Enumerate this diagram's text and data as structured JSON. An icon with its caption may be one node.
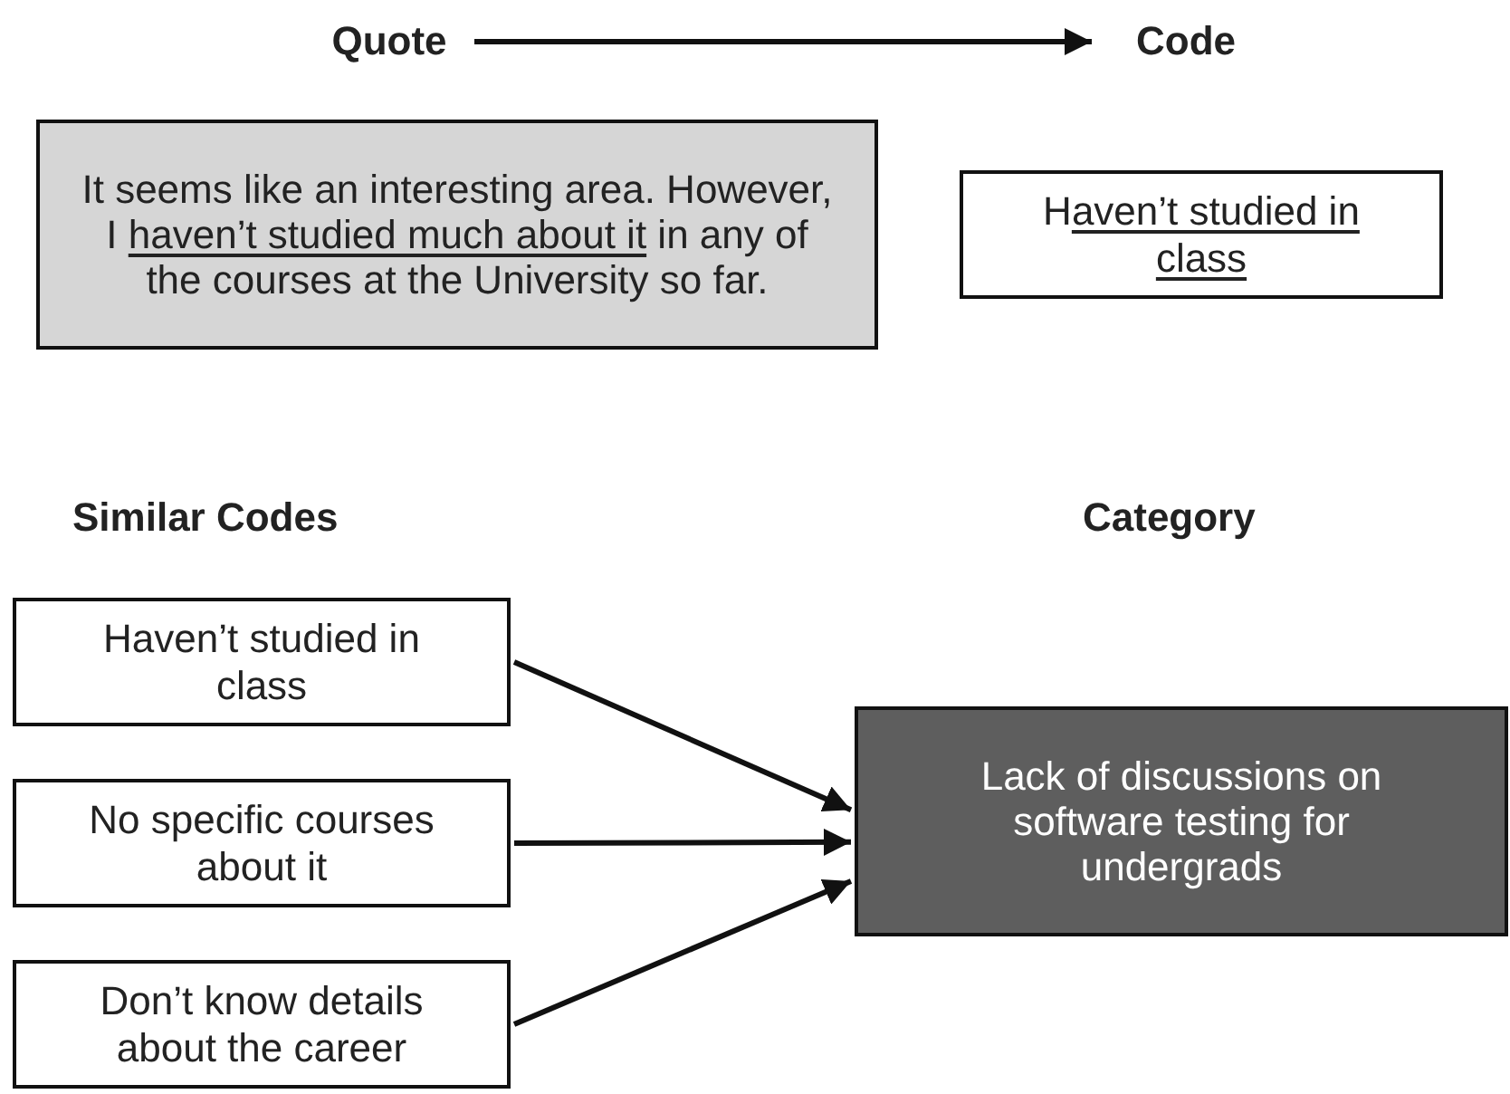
{
  "diagram": {
    "nodes": [
      {
        "text": [
          "Quote"
        ]
      },
      {
        "text": [
          "Code"
        ]
      },
      {
        "text": [
          "It seems like an interesting area. However, I haven’t studied much about it in any of the courses at the University so far."
        ]
      },
      {
        "text": [
          "Haven’t studied in class"
        ]
      },
      {
        "text": [
          "Haven’t studied in class"
        ]
      },
      {
        "text": [
          "No specific courses about it"
        ]
      },
      {
        "text": [
          "Don’t know details about the career"
        ]
      },
      {
        "text": [
          "Lack of discussions on software testing for undergrads"
        ]
      }
    ],
    "edges": [
      {
        "from": 0,
        "to": 1,
        "arrow": "to"
      },
      {
        "from": 4,
        "to": 7,
        "arrow": "to"
      },
      {
        "from": 5,
        "to": 7,
        "arrow": "to"
      },
      {
        "from": 6,
        "to": 7,
        "arrow": "to"
      }
    ],
    "labels": [
      "Similar Codes",
      "Category"
    ]
  }
}
